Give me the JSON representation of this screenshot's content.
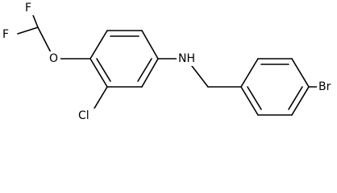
{
  "molecule": {
    "atoms": {
      "f_top": "F",
      "f_left": "F",
      "o": "O",
      "cl": "Cl",
      "nh": "NH",
      "br": "Br"
    }
  },
  "colors": {
    "bond": "#000000",
    "label": "#000000",
    "background": "#ffffff"
  }
}
